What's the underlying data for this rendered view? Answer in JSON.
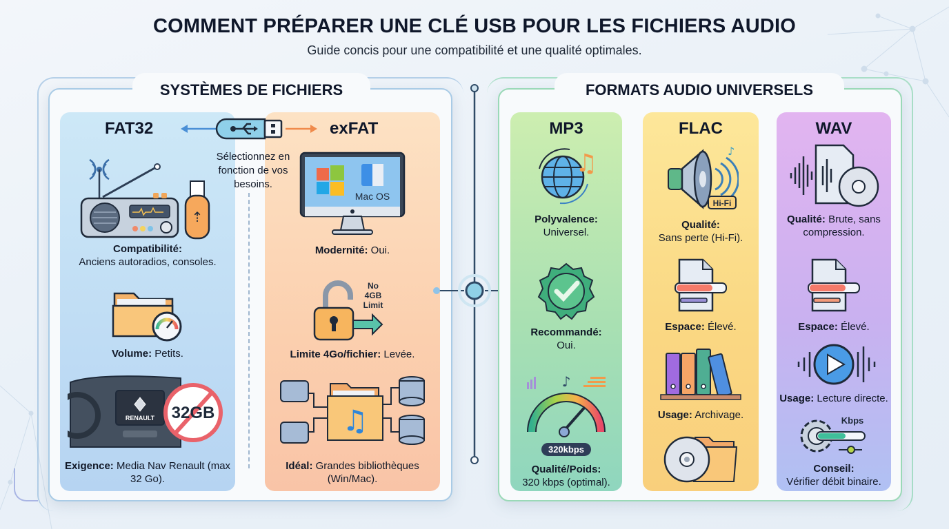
{
  "header": {
    "title": "COMMENT PRÉPARER UNE CLÉ USB POUR LES FICHIERS AUDIO",
    "subtitle": "Guide concis pour une compatibilité et une qualité optimales."
  },
  "file_systems": {
    "title": "SYSTÈMES DE FICHIERS",
    "usb_note": "Sélectionnez en fonction de vos besoins.",
    "fat32": {
      "heading": "FAT32",
      "items": [
        {
          "icon": "radio-usb-icon",
          "label": "Compatibilité:",
          "value": "Anciens autoradios, consoles."
        },
        {
          "icon": "folder-gauge-icon",
          "label": "Volume:",
          "value": "Petits."
        },
        {
          "icon": "renault-dashboard-icon",
          "label": "Exigence:",
          "value": "Media Nav Renault (max 32 Go).",
          "badge": "32GB",
          "brand": "RENAULT"
        }
      ]
    },
    "exfat": {
      "heading": "exFAT",
      "items": [
        {
          "icon": "monitor-windows-macos-icon",
          "label": "Modernité:",
          "value": "Oui.",
          "screen_text": "Mac OS"
        },
        {
          "icon": "unlocked-padlock-icon",
          "label": "Limite 4Go/fichier:",
          "value": "Levée.",
          "badge": [
            "No",
            "4GB",
            "Limit"
          ]
        },
        {
          "icon": "music-folder-network-icon",
          "label": "Idéal:",
          "value": "Grandes bibliothèques (Win/Mac)."
        }
      ]
    }
  },
  "audio_formats": {
    "title": "FORMATS AUDIO UNIVERSELS",
    "columns": [
      {
        "heading": "MP3",
        "items": [
          {
            "icon": "globe-music-icon",
            "label": "Polyvalence:",
            "value": "Universel."
          },
          {
            "icon": "check-badge-icon",
            "label": "Recommandé:",
            "value": "Oui."
          },
          {
            "icon": "bitrate-gauge-icon",
            "label": "Qualité/Poids:",
            "value": "320 kbps (optimal).",
            "badge": "320kbps"
          }
        ]
      },
      {
        "heading": "FLAC",
        "items": [
          {
            "icon": "hifi-speaker-icon",
            "label": "Qualité:",
            "value": "Sans perte (Hi-Fi).",
            "badge": "Hi-Fi"
          },
          {
            "icon": "file-size-icon",
            "label": "Espace:",
            "value": "Élevé."
          },
          {
            "icon": "binders-shelf-icon",
            "label": "Usage:",
            "value": "Archivage."
          },
          {
            "icon": "cd-folder-icon",
            "label": "",
            "value": ""
          }
        ]
      },
      {
        "heading": "WAV",
        "items": [
          {
            "icon": "waveform-file-cd-icon",
            "label": "Qualité:",
            "value": "Brute, sans compression."
          },
          {
            "icon": "file-size-icon",
            "label": "Espace:",
            "value": "Élevé."
          },
          {
            "icon": "play-waveform-icon",
            "label": "Usage:",
            "value": "Lecture directe."
          },
          {
            "icon": "gear-kbps-slider-icon",
            "label": "Conseil:",
            "value": "Vérifier débit binaire.",
            "badge": "Kbps"
          }
        ]
      }
    ]
  },
  "colors": {
    "fat32": "#c4e0f5",
    "exfat": "#fbd2b0",
    "mp3": "#b4e4b4",
    "flac": "#fadc86",
    "wav": "#d2b4f0",
    "axis": "#2f4a66",
    "arrow_left": "#4a8fd6",
    "arrow_right": "#f08a4b"
  }
}
